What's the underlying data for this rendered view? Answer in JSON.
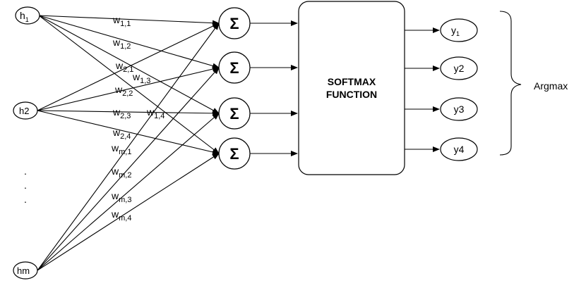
{
  "inputs": [
    {
      "main": "h",
      "sub": "1"
    },
    {
      "main": "h2",
      "sub": ""
    },
    {
      "main": "hm",
      "sub": ""
    }
  ],
  "ellipsis": ".\n.\n.",
  "sum_symbol": "Σ",
  "weights": [
    {
      "main": "w",
      "sub": "1,1"
    },
    {
      "main": "w",
      "sub": "1,2"
    },
    {
      "main": "w",
      "sub": "2,1"
    },
    {
      "main": "w",
      "sub": "1,3"
    },
    {
      "main": "w",
      "sub": "2,2"
    },
    {
      "main": "w",
      "sub": "2,3"
    },
    {
      "main": "w",
      "sub": "1,4"
    },
    {
      "main": "w",
      "sub": "2,4"
    },
    {
      "main": "w",
      "sub": "m,1"
    },
    {
      "main": "w",
      "sub": "m,2"
    },
    {
      "main": "w",
      "sub": "m,3"
    },
    {
      "main": "w",
      "sub": "m,4"
    }
  ],
  "softmax": {
    "line1": "SOFTMAX",
    "line2": "FUNCTION"
  },
  "outputs": [
    {
      "main": "y",
      "sub": "1"
    },
    {
      "main": "y2",
      "sub": ""
    },
    {
      "main": "y3",
      "sub": ""
    },
    {
      "main": "y4",
      "sub": ""
    }
  ],
  "argmax_label": "Argmax"
}
